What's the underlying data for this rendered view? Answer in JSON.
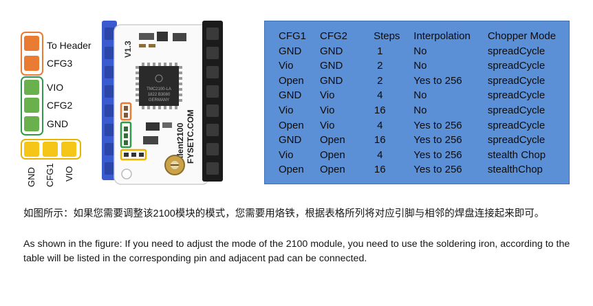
{
  "legend": {
    "orange": {
      "color": "#e97b33",
      "labels": [
        "To Header",
        "CFG3"
      ]
    },
    "green": {
      "color": "#6ab04c",
      "labels": [
        "VIO",
        "CFG2",
        "GND"
      ]
    },
    "yellow": {
      "color": "#f5c518",
      "labels": [
        "GND",
        "CFG1",
        "VIO"
      ]
    }
  },
  "board": {
    "version": "V1.3",
    "chip_lines": [
      "TMC2100-LA",
      "1822 B3080",
      "GERMANY"
    ],
    "side_text": [
      "Silent2100",
      "FYSETC.COM"
    ],
    "pcb_color": "#ffffff",
    "pin_header_color": "#3a5ad0"
  },
  "table": {
    "headers": [
      "CFG1",
      "CFG2",
      "Steps",
      "Interpolation",
      "Chopper Mode"
    ],
    "rows": [
      [
        "GND",
        "GND",
        "1",
        "No",
        "spreadCycle"
      ],
      [
        "Vio",
        "GND",
        "2",
        "No",
        "spreadCycle"
      ],
      [
        "Open",
        "GND",
        "2",
        "Yes to 256",
        "spreadCycle"
      ],
      [
        "GND",
        "Vio",
        "4",
        "No",
        "spreadCycle"
      ],
      [
        "Vio",
        "Vio",
        "16",
        "No",
        "spreadCycle"
      ],
      [
        "Open",
        "Vio",
        "4",
        "Yes to 256",
        "spreadCycle"
      ],
      [
        "GND",
        "Open",
        "16",
        "Yes to 256",
        "spreadCycle"
      ],
      [
        "Vio",
        "Open",
        "4",
        "Yes to 256",
        "stealth Chop"
      ],
      [
        "Open",
        "Open",
        "16",
        "Yes to 256",
        "stealthChop"
      ]
    ],
    "background": "#5b8fd6"
  },
  "captions": {
    "chinese": "如图所示：如果您需要调整该2100模块的模式，您需要用烙铁，根据表格所列将对应引脚与相邻的焊盘连接起来即可。",
    "english": "As shown in the figure: If you need to adjust the mode of the 2100 module, you need to use the soldering iron, according to the table will be listed in the corresponding pin and adjacent pad can be connected."
  }
}
